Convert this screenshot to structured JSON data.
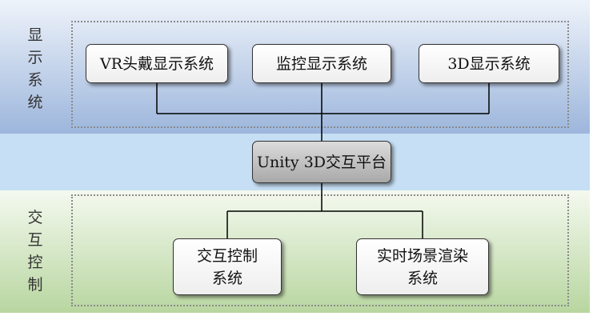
{
  "layers": {
    "display": {
      "label_chars": [
        "显",
        "示",
        "系",
        "统"
      ]
    },
    "interaction": {
      "label_chars": [
        "交",
        "互",
        "控",
        "制"
      ]
    }
  },
  "nodes": {
    "vr_display": "VR头戴显示系统",
    "monitor_display": "监控显示系统",
    "display_3d": "3D显示系统",
    "platform": "Unity 3D交互平台",
    "interaction_control": [
      "交互控制",
      "系统"
    ],
    "realtime_render": [
      "实时场景渲染",
      "系统"
    ]
  },
  "colors": {
    "display_band_top": "#eef3fa",
    "display_band_bottom": "#9db6dc",
    "middle_band": "#c6dff4",
    "interaction_band_top": "#f4f9ef",
    "interaction_band_bottom": "#b8d6a0",
    "node_fill": "#ffffff",
    "center_node_fill": "#a9a9a9",
    "line": "#000000"
  }
}
